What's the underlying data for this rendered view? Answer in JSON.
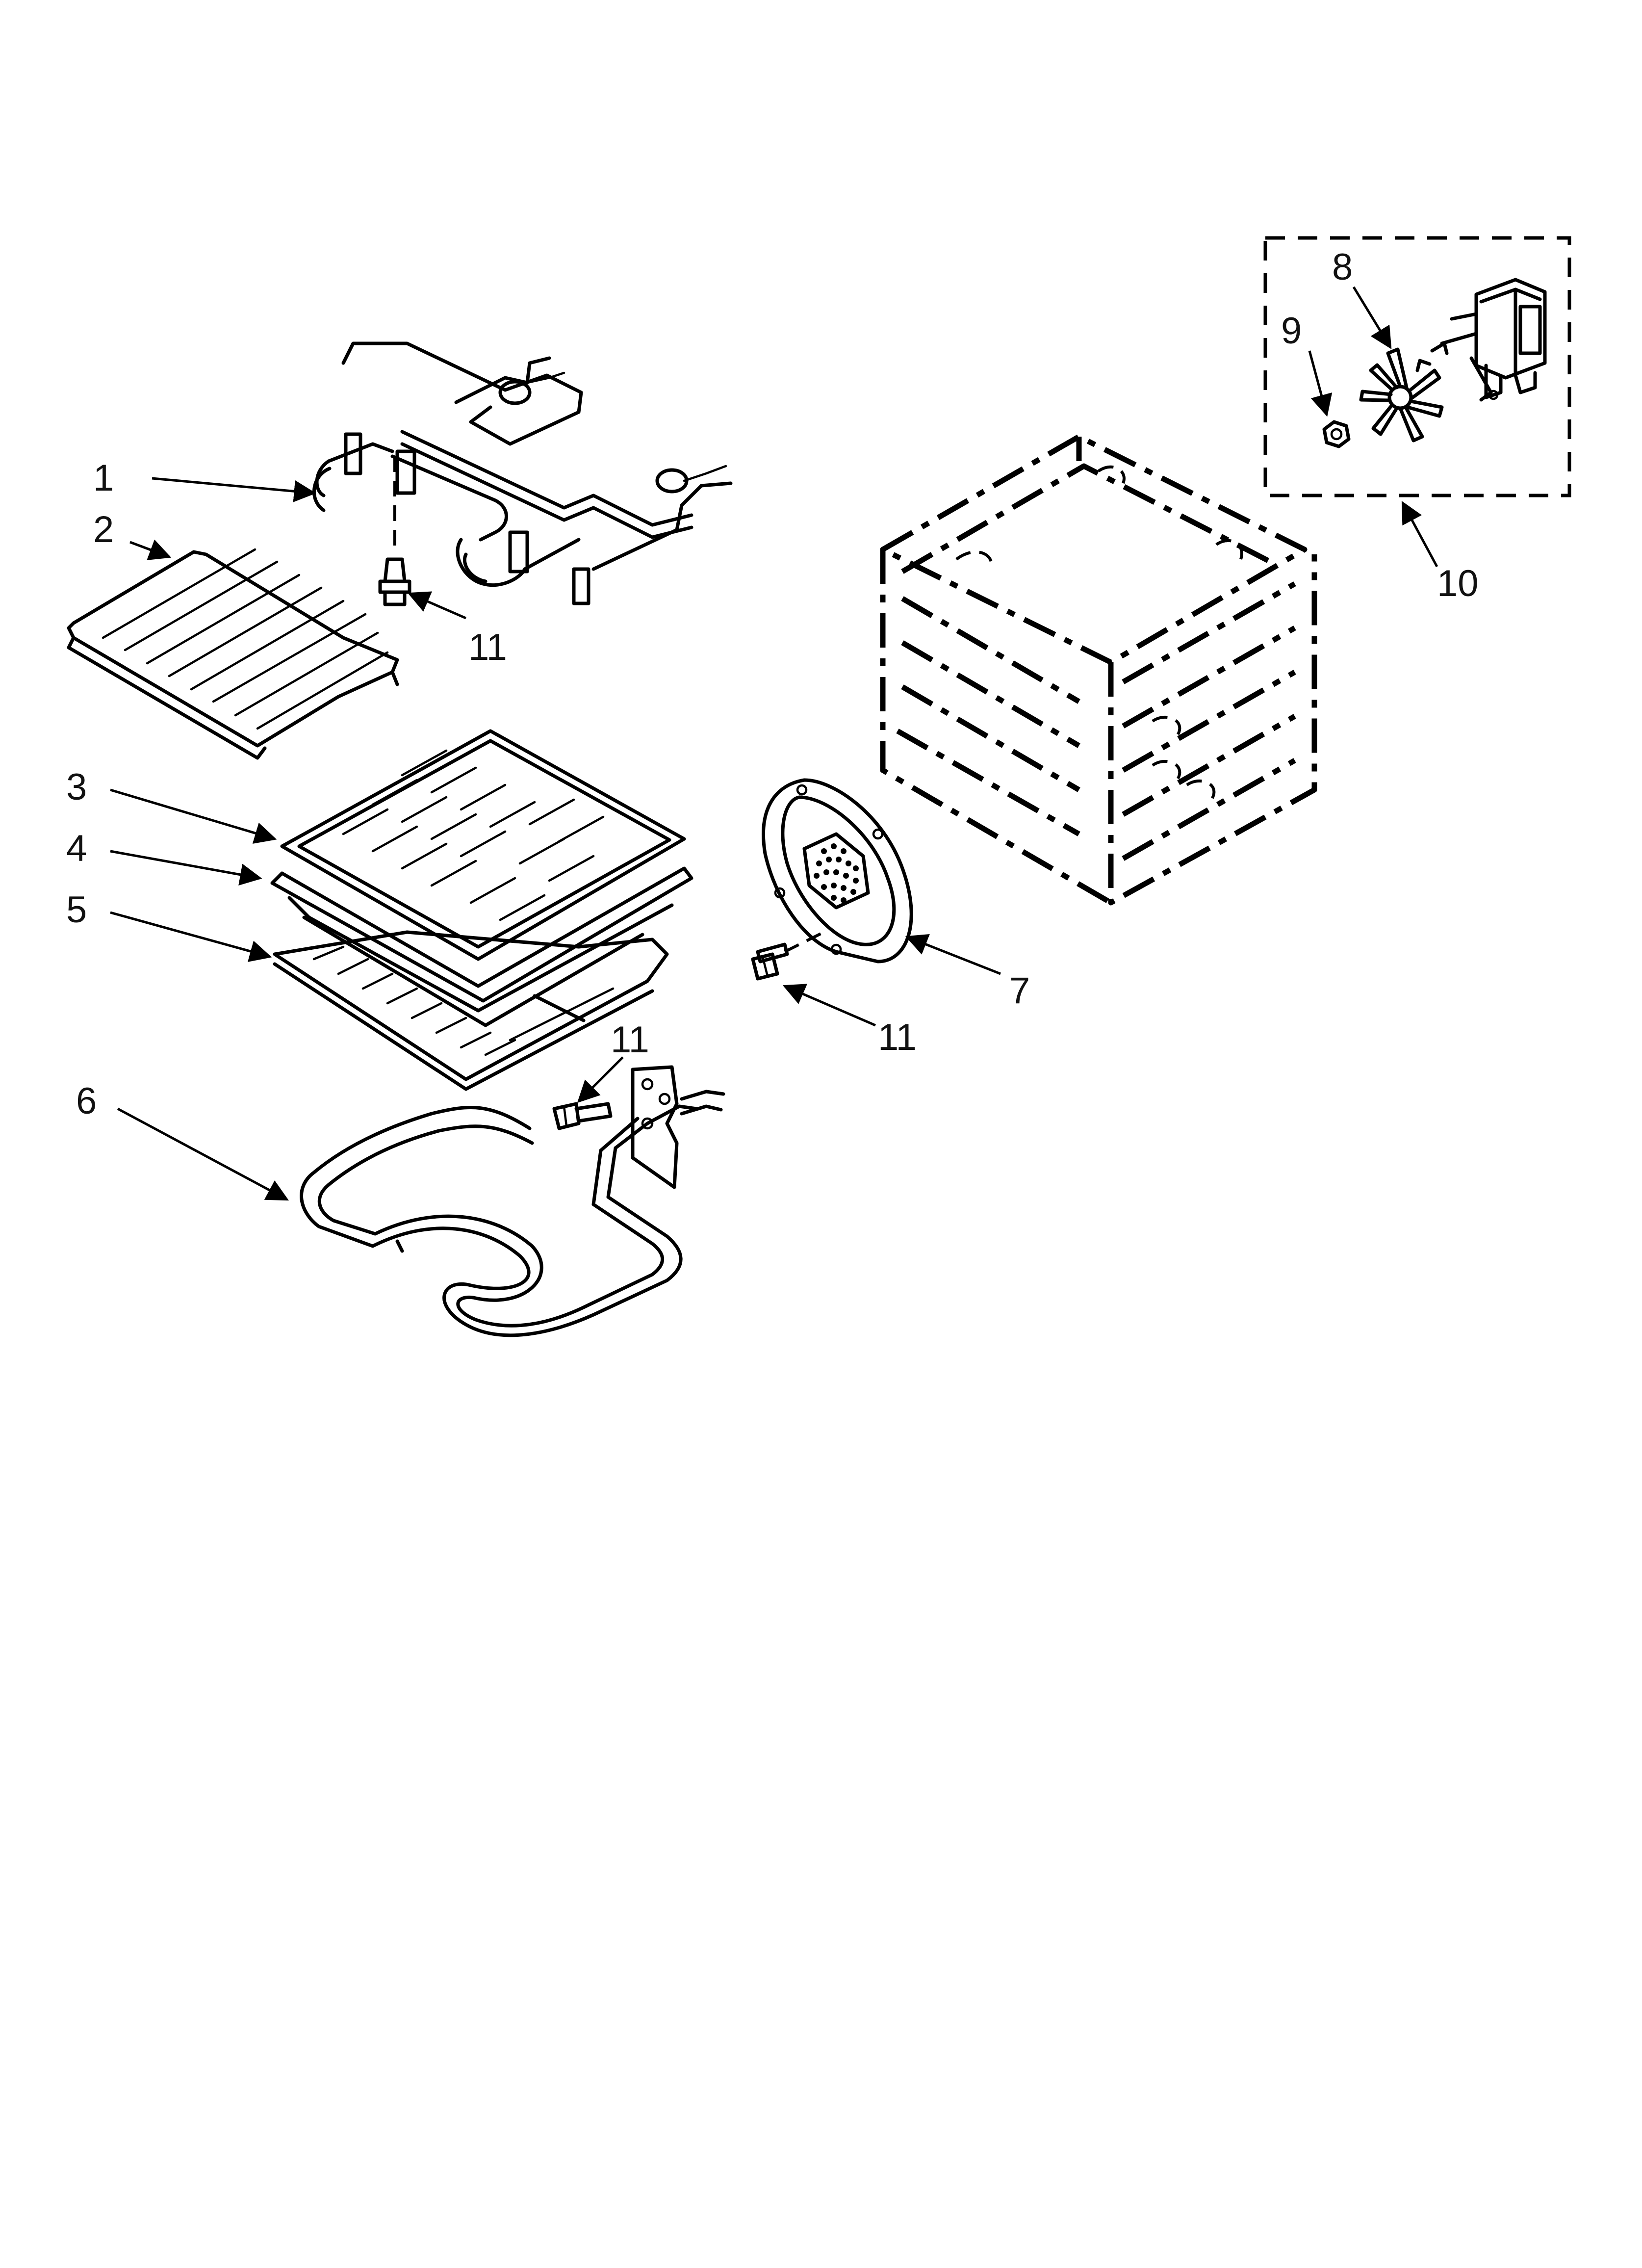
{
  "diagram": {
    "callouts": [
      {
        "id": "c1",
        "label": "1"
      },
      {
        "id": "c2",
        "label": "2"
      },
      {
        "id": "c3",
        "label": "3"
      },
      {
        "id": "c4",
        "label": "4"
      },
      {
        "id": "c5",
        "label": "5"
      },
      {
        "id": "c6",
        "label": "6"
      },
      {
        "id": "c7",
        "label": "7"
      },
      {
        "id": "c8",
        "label": "8"
      },
      {
        "id": "c9",
        "label": "9"
      },
      {
        "id": "c10",
        "label": "10"
      },
      {
        "id": "c11a",
        "label": "11"
      },
      {
        "id": "c11b",
        "label": "11"
      },
      {
        "id": "c11c",
        "label": "11"
      }
    ]
  }
}
